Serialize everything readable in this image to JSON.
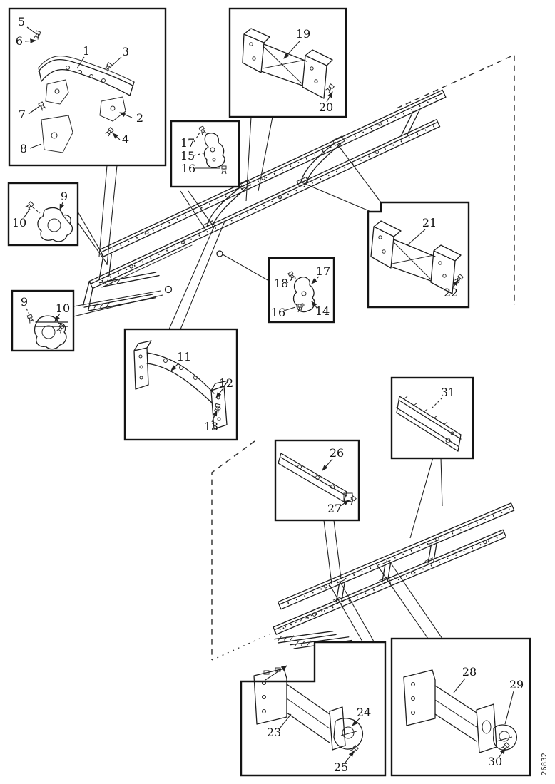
{
  "figure": {
    "ref_number": "26832"
  },
  "callouts": {
    "n1": "1",
    "n2": "2",
    "n3": "3",
    "n4": "4",
    "n5": "5",
    "n6": "6",
    "n7": "7",
    "n8": "8",
    "n9": "9",
    "n10": "10",
    "n11": "11",
    "n12": "12",
    "n13": "13",
    "n14": "14",
    "n15": "15",
    "n16": "16",
    "n17": "17",
    "n18": "18",
    "n19": "19",
    "n20": "20",
    "n21": "21",
    "n22": "22",
    "n23": "23",
    "n24": "24",
    "n25": "25",
    "n26": "26",
    "n27": "27",
    "n28": "28",
    "n29": "29",
    "n30": "30",
    "n31": "31"
  },
  "detail_boxes": [
    {
      "name": "front-crossmember-detail",
      "parts": [
        "1",
        "2",
        "3",
        "4",
        "5",
        "6",
        "7",
        "8"
      ]
    },
    {
      "name": "front-gusset-crossmember-detail",
      "parts": [
        "19",
        "20"
      ]
    },
    {
      "name": "upper-bracket-detail",
      "parts": [
        "15",
        "16",
        "17"
      ]
    },
    {
      "name": "clamp-detail-upper",
      "parts": [
        "9",
        "10"
      ]
    },
    {
      "name": "clamp-detail-lower",
      "parts": [
        "9",
        "10"
      ]
    },
    {
      "name": "mid-bracket-detail",
      "parts": [
        "14",
        "16",
        "17",
        "18"
      ]
    },
    {
      "name": "hump-crossmember-detail",
      "parts": [
        "11",
        "12",
        "13"
      ]
    },
    {
      "name": "rear-gusset-crossmember-detail",
      "parts": [
        "21",
        "22"
      ]
    },
    {
      "name": "rail-section-detail",
      "parts": [
        "31"
      ]
    },
    {
      "name": "sill-channel-detail",
      "parts": [
        "26",
        "27"
      ]
    },
    {
      "name": "rear-crossmember-towhook-detail-left",
      "parts": [
        "23",
        "24",
        "25"
      ]
    },
    {
      "name": "rear-crossmember-towhook-detail-right",
      "parts": [
        "28",
        "29",
        "30"
      ]
    }
  ]
}
